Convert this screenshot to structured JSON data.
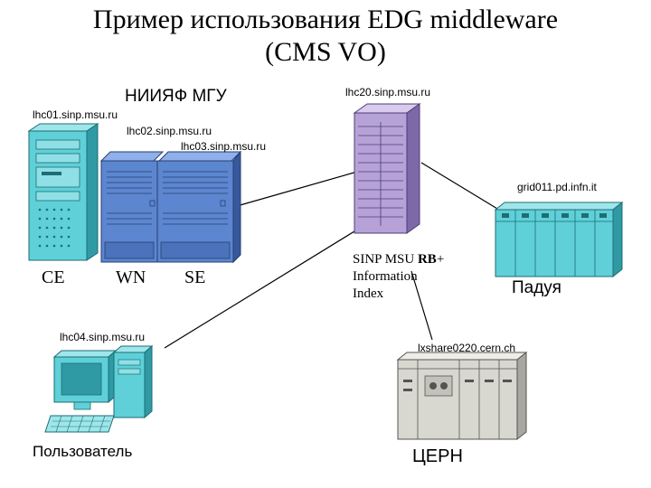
{
  "title": {
    "line1": "Пример использования EDG middleware",
    "line2": "(CMS VO)"
  },
  "site_msu": {
    "name": "НИИЯФ МГУ",
    "hosts": [
      "lhc01.sinp.msu.ru",
      "lhc02.sinp.msu.ru",
      "lhc03.sinp.msu.ru"
    ],
    "roles": [
      "CE",
      "WN",
      "SE"
    ]
  },
  "rb_server": {
    "host": "lhc20.sinp.msu.ru",
    "label_line1_prefix": "SINP MSU ",
    "label_line1_bold": "RB",
    "label_line1_suffix": "+",
    "label_line2": "Information",
    "label_line3": "Index"
  },
  "site_padova": {
    "host": "grid011.pd.infn.it",
    "name": "Падуя"
  },
  "user": {
    "host": "lhc04.sinp.msu.ru",
    "name": "Пользователь"
  },
  "site_cern": {
    "host": "lxshare0220.cern.ch",
    "name": "ЦЕРН"
  },
  "colors": {
    "cyan": "#5fd0d8",
    "cyan_dark": "#2f9aa3",
    "blue": "#5c86cf",
    "blue_dark": "#38589c",
    "lavender": "#b6a2d6",
    "lavender_dark": "#7d68a8",
    "gray": "#d8d8d0",
    "gray_dark": "#8a8a82",
    "line": "#000000"
  }
}
